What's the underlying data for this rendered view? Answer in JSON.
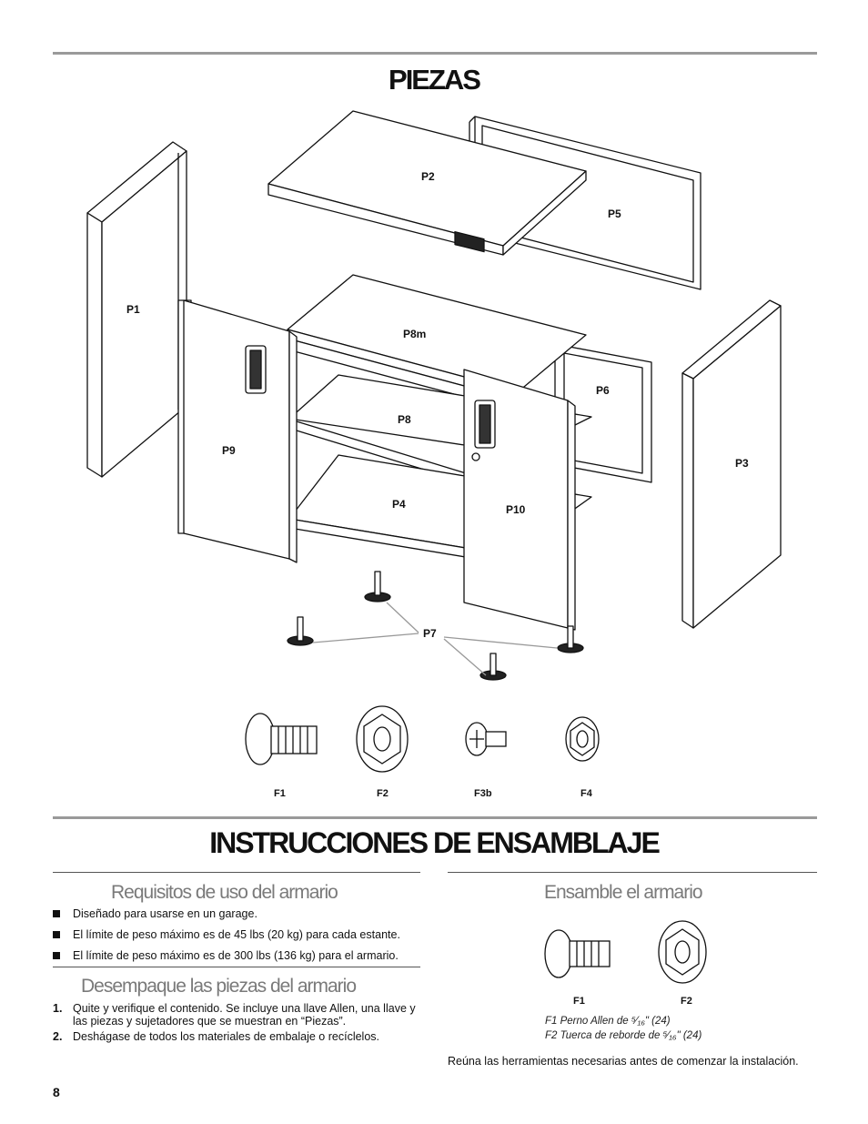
{
  "pieces_section": {
    "title": "PIEZAS",
    "labels": [
      "P2",
      "P5",
      "P1",
      "P8m",
      "P6",
      "P8",
      "P9",
      "P3",
      "P4",
      "P10",
      "P7"
    ],
    "fasteners": [
      "F1",
      "F2",
      "F3b",
      "F4"
    ]
  },
  "assembly_section": {
    "title": "INSTRUCCIONES DE ENSAMBLAJE",
    "requirements": {
      "heading": "Requisitos de uso del armario",
      "items": [
        "Diseñado para usarse en un garage.",
        "El límite de peso máximo es de 45 lbs (20 kg) para cada estante.",
        "El límite de peso máximo es de 300 lbs (136 kg) para el armario."
      ]
    },
    "unpack": {
      "heading": "Desempaque las piezas del armario",
      "steps": [
        {
          "num": "1.",
          "text": "Quite y verifique el contenido. Se incluye una llave Allen, una llave y las piezas y sujetadores que se muestran en “Piezas”."
        },
        {
          "num": "2.",
          "text": "Deshágase de todos los materiales de embalaje o recíclelos."
        }
      ]
    },
    "assemble": {
      "heading": "Ensamble el armario",
      "fasteners": [
        "F1",
        "F2"
      ],
      "captions": [
        "F1  Perno Allen de ⁵⁄₁₆\" (24)",
        "F2  Tuerca de reborde de ⁵⁄₁₆\" (24)"
      ],
      "note": "Reúna las herramientas necesarias antes de comenzar la instalación."
    }
  },
  "page_number": "8"
}
